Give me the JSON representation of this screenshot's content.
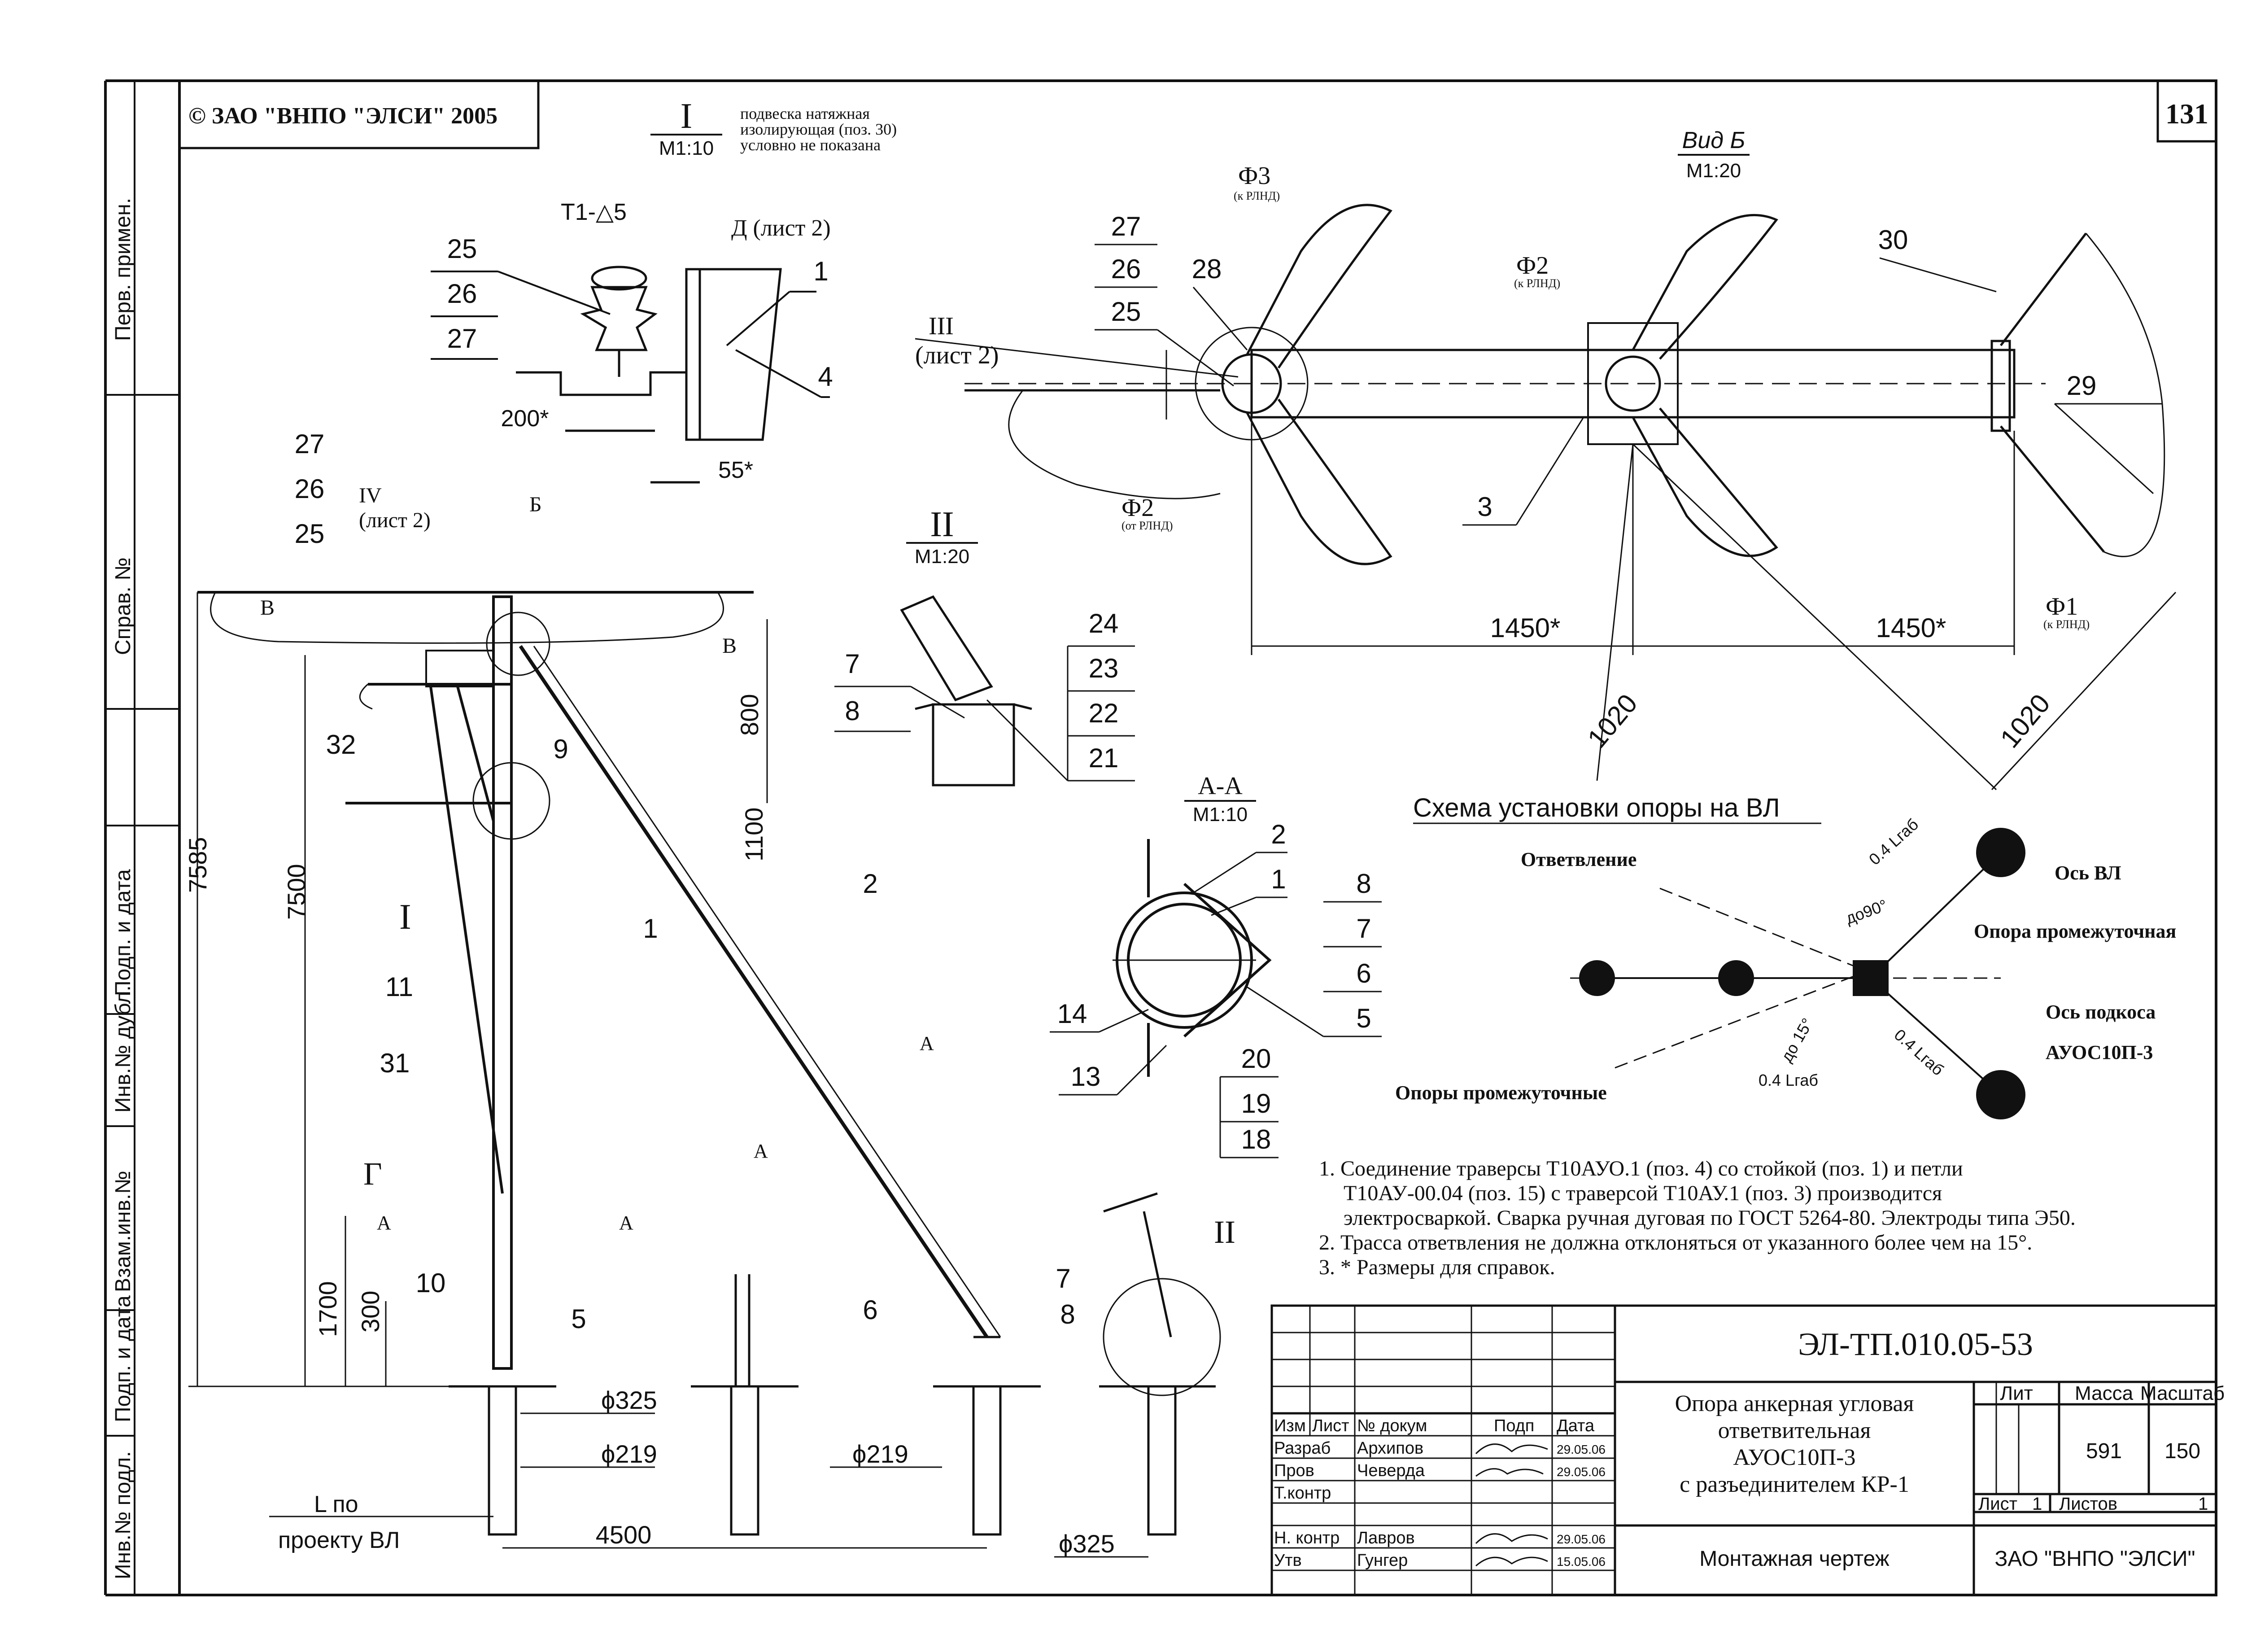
{
  "copyright": "© ЗАО \"ВНПО \"ЭЛСИ\" 2005",
  "sheet_page": "131",
  "left_margin": {
    "perv_primen": "Перв. примен.",
    "sprav_no": "Справ. №",
    "podp_data_1": "Подп. и дата",
    "inv_dubl": "Инв.№ дубл.",
    "vzam_inv": "Взам.инв.№",
    "podp_data_2": "Подп. и дата",
    "inv_podl": "Инв.№ подл."
  },
  "detail_I": {
    "title": "I",
    "scale": "М1:10",
    "note": [
      "подвеска натяжная",
      "изолирующая (поз. 30)",
      "условно не показана"
    ],
    "weld": "Т1-△5",
    "ref_D": "Д (лист 2)",
    "positions": [
      "25",
      "26",
      "27",
      "1",
      "4"
    ],
    "dim_200": "200*",
    "dim_55": "55*"
  },
  "view_B": {
    "title": "Вид Б",
    "scale": "М1:20",
    "phase3": "Ф3",
    "phase3_note": "(к РЛНД)",
    "phase2_top": "Ф2",
    "phase2_top_note": "(к РЛНД)",
    "phase2_bot": "Ф2",
    "phase2_bot_note": "(от РЛНД)",
    "phase1": "Ф1",
    "phase1_note": "(к РЛНД)",
    "ref_III": "III",
    "ref_III_sheet": "(лист 2)",
    "positions": [
      "27",
      "26",
      "25",
      "28",
      "30",
      "29",
      "3"
    ],
    "dim_1450_a": "1450*",
    "dim_1450_b": "1450*",
    "dim_1020_a": "1020",
    "dim_1020_b": "1020"
  },
  "main_view": {
    "ref_IV": "IV",
    "ref_IV_sheet": "(лист 2)",
    "label_B": "Б",
    "label_V1": "В",
    "label_V2": "В",
    "label_I": "I",
    "label_G": "Г",
    "label_A1": "А",
    "label_A2": "А",
    "label_A3": "А",
    "label_A4": "А",
    "positions": [
      "27",
      "26",
      "25",
      "32",
      "9",
      "1",
      "11",
      "31",
      "10",
      "5",
      "2",
      "6",
      "8"
    ],
    "dim_7585": "7585",
    "dim_7500": "7500",
    "dim_800": "800",
    "dim_1100": "1100",
    "dim_1700": "1700",
    "dim_300": "300",
    "dim_d325_a": "ϕ325",
    "dim_d219_a": "ϕ219",
    "dim_d219_b": "ϕ219",
    "dim_d325_b": "ϕ325",
    "dim_4500": "4500",
    "L_label": "L по",
    "L_label2": "проекту ВЛ"
  },
  "detail_II": {
    "title": "II",
    "scale": "М1:20",
    "positions": [
      "7",
      "8",
      "24",
      "23",
      "22",
      "21"
    ],
    "bottom_pos7": "7",
    "bottom_II": "II"
  },
  "section_AA": {
    "title": "А-А",
    "scale": "М1:10",
    "positions": [
      "2",
      "1",
      "8",
      "7",
      "6",
      "5",
      "14",
      "13",
      "20",
      "19",
      "18"
    ]
  },
  "scheme": {
    "title": "Схема установки опоры на ВЛ",
    "otvetvlenie": "Ответвление",
    "os_vl": "Ось ВЛ",
    "opora_promezh": "Опора промежуточная",
    "os_podkosa": "Ось подкоса",
    "auos": "АУОС10П-3",
    "opory_promezh": "Опоры промежуточные",
    "dim_04_top": "0.4 Lгаб",
    "dim_do90": "до90°",
    "dim_do15": "до 15°",
    "dim_04_mid": "0.4 Lгаб",
    "dim_04_bot": "0.4 Lгаб"
  },
  "notes": [
    "1. Соединение траверсы Т10АУО.1 (поз. 4) со стойкой (поз. 1) и петли",
    "Т10АУ-00.04 (поз. 15) с траверсой Т10АУ.1 (поз. 3) производится",
    "электросваркой. Сварка ручная дуговая по ГОСТ 5264-80. Электроды типа Э50.",
    "2. Трасса ответвления не должна отклоняться от указанного более чем на 15°.",
    "3. * Размеры для справок."
  ],
  "title_block": {
    "doc_code": "ЭЛ-ТП.010.05-53",
    "name1": "Опора анкерная угловая",
    "name2": "ответвительная",
    "name3": "АУОС10П-3",
    "name4": "с разъединителем КР-1",
    "doc_type": "Монтажная чертеж",
    "company": "ЗАО \"ВНПО \"ЭЛСИ\"",
    "hdr_izm": "Изм",
    "hdr_list": "Лист",
    "hdr_doc": "№ докум",
    "hdr_podp": "Подп",
    "hdr_data": "Дата",
    "row_razrab": "Разраб",
    "row_razrab_name": "Архипов",
    "row_prov": "Пров",
    "row_prov_name": "Чеверда",
    "row_tkontr": "Т.контр",
    "row_nkontr": "Н. контр",
    "row_nkontr_name": "Лавров",
    "row_utv": "Утв",
    "row_utv_name": "Гунгер",
    "date1": "29.05.06",
    "date2": "29.05.06",
    "date3": "29.05.06",
    "date4": "15.05.06",
    "lit_hdr": "Лит",
    "mass_hdr": "Масса",
    "scale_hdr": "Масштаб",
    "mass": "591",
    "scale": "150",
    "sheet_lbl": "Лист",
    "sheet_no": "1",
    "sheets_lbl": "Листов",
    "sheets_no": "1"
  }
}
